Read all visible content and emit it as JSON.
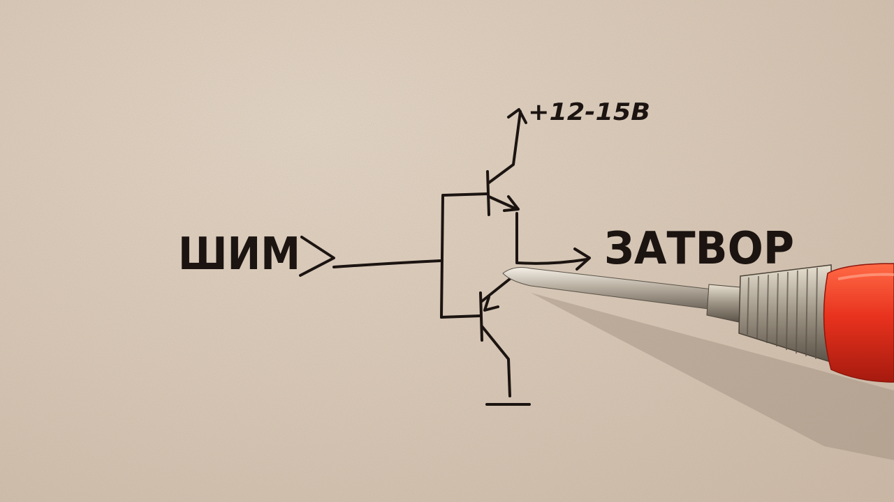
{
  "labels": {
    "pwm_input": "ШИМ",
    "supply": "+12-15В",
    "gate_output": "ЗАТВОР"
  },
  "colors": {
    "paper": "#dccbb9",
    "ink": "#1b1411",
    "screwdriver_handle": "#e8321e"
  },
  "icons": {
    "npn_transistor": "npn-transistor-icon",
    "pnp_transistor": "pnp-transistor-icon",
    "ground": "ground-icon",
    "screwdriver": "screwdriver-icon"
  }
}
